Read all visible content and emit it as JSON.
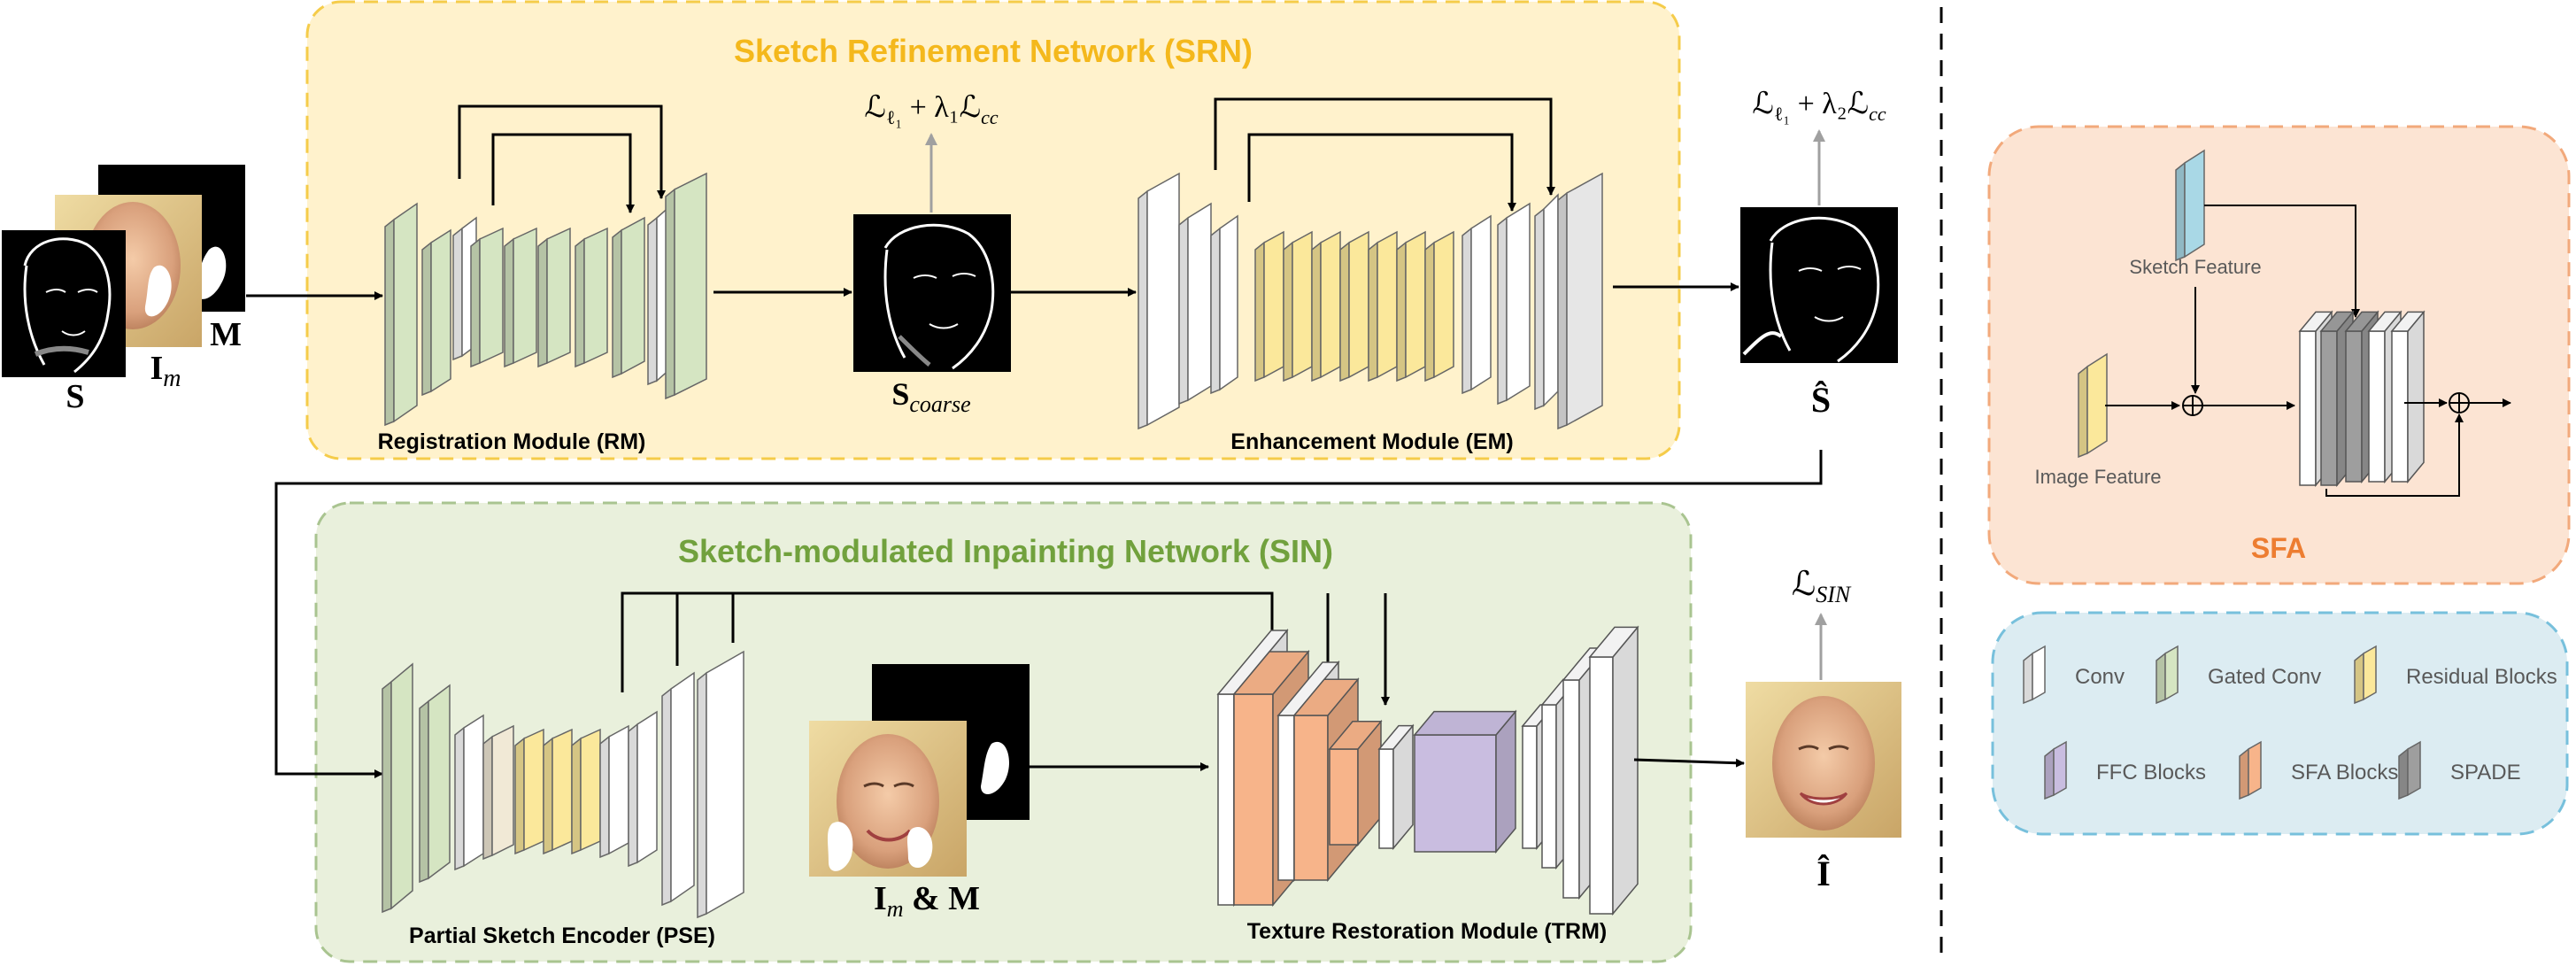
{
  "srn": {
    "title": "Sketch Refinement Network (SRN)"
  },
  "sin": {
    "title": "Sketch-modulated Inpainting Network (SIN)"
  },
  "modules": {
    "rm": "Registration Module (RM)",
    "em": "Enhancement Module (EM)",
    "pse": "Partial Sketch Encoder (PSE)",
    "trm": "Texture Restoration Module (TRM)"
  },
  "inputs": {
    "s_label": "S",
    "im_label_main": "I",
    "im_label_sub": "m",
    "m_label": "M",
    "s_coarse_main": "S",
    "s_coarse_sub": "coarse",
    "s_hat": "Ŝ",
    "i_hat": "Î",
    "im_m_main": "I",
    "im_m_sub": "m",
    "im_m_rest": " & M"
  },
  "losses": {
    "l1_a_main": "ℒ",
    "l1_a_sub": "ℓ₁",
    "l1_a_rest": " + λ₁ℒ",
    "l1_a_sub2": "cc",
    "l1_b_main": "ℒ",
    "l1_b_sub": "ℓ₁",
    "l1_b_rest": " + λ₂ℒ",
    "l1_b_sub2": "cc",
    "sin_main": "ℒ",
    "sin_sub": "SIN"
  },
  "sfa": {
    "title": "SFA",
    "sketch_feature": "Sketch Feature",
    "image_feature": "Image Feature"
  },
  "legend": {
    "items": [
      {
        "label": "Conv",
        "color": "#ffffff"
      },
      {
        "label": "Gated Conv",
        "color": "#d5e5c2"
      },
      {
        "label": "Residual Blocks",
        "color": "#fbe89b"
      },
      {
        "label": "FFC Blocks",
        "color": "#c9bde0"
      },
      {
        "label": "SFA Blocks",
        "color": "#f7b48a"
      },
      {
        "label": "SPADE",
        "color": "#9e9e9e"
      }
    ]
  },
  "colors": {
    "srn_bg": "#fff2cc",
    "srn_border": "#f5cc4a",
    "srn_title": "#f4b81c",
    "sin_bg": "#e9f0dc",
    "sin_border": "#a9c490",
    "sin_title": "#71a13d",
    "sfa_bg": "#fce4d3",
    "sfa_border": "#f2a97b",
    "sfa_title": "#ed7d31",
    "legend_bg": "#dcecf2",
    "legend_border": "#77c0dc",
    "gated": "#d5e5c2",
    "residual": "#fbe89b",
    "sfa_block": "#f7b48a",
    "ffc": "#c9bde0",
    "spade": "#9e9e9e",
    "sketch_feat": "#a9d8e6",
    "image_feat": "#fbe89b"
  }
}
